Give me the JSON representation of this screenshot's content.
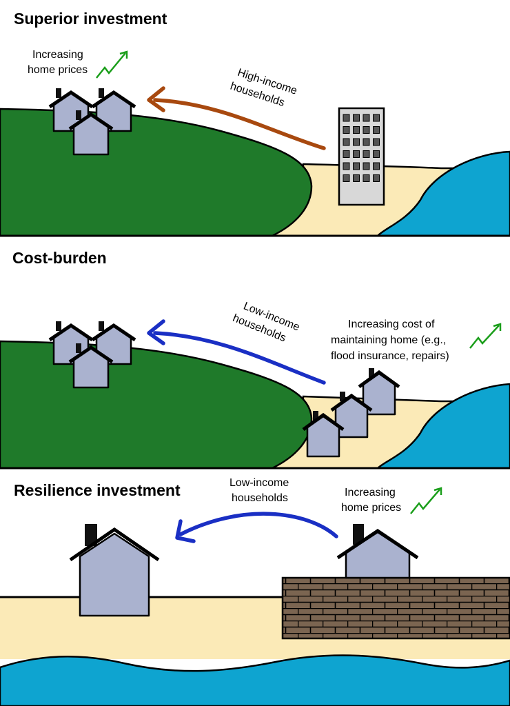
{
  "panels": [
    {
      "title": "Superior investment",
      "arrow_label": [
        "High-income",
        "households"
      ],
      "price_label": [
        "Increasing",
        "home prices"
      ]
    },
    {
      "title": "Cost-burden",
      "arrow_label": [
        "Low-income",
        "households"
      ],
      "cost_label": [
        "Increasing cost of",
        "maintaining home (e.g.,",
        "flood insurance, repairs)"
      ]
    },
    {
      "title": "Resilience investment",
      "arrow_label": [
        "Low-income",
        "households"
      ],
      "price_label": [
        "Increasing",
        "home prices"
      ]
    }
  ],
  "colors": {
    "grass": "#1f7a2a",
    "sand": "#fbeab7",
    "water": "#0ea4d0",
    "house": "#aab2cf",
    "building": "#d8d8d8",
    "window": "#555555",
    "brick": "#7b6551",
    "arrow_high_income": "#a8490f",
    "arrow_low_income": "#1a2fc4",
    "trend_up": "#1a9e1a"
  },
  "icons": [
    "house-icon",
    "building-icon",
    "trend-up-icon",
    "seawall-icon",
    "arrow-icon"
  ]
}
